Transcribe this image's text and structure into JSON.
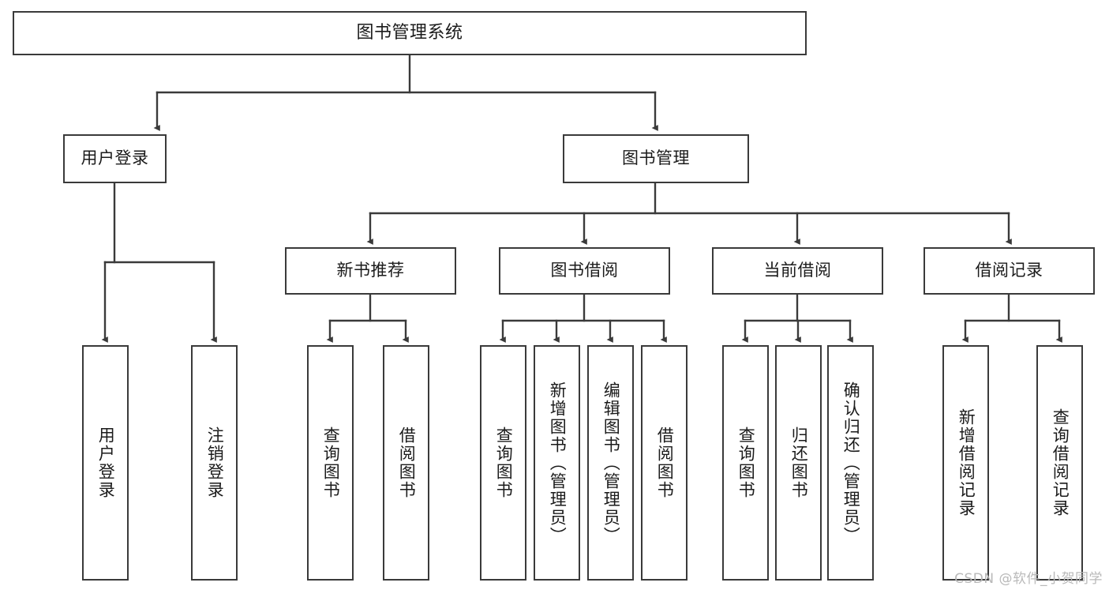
{
  "diagram": {
    "type": "tree-hierarchy",
    "title": "图书管理系统",
    "root": {
      "label": "图书管理系统"
    },
    "level2": [
      {
        "label": "用户登录"
      },
      {
        "label": "图书管理"
      }
    ],
    "level3": [
      {
        "label": "新书推荐",
        "parent": "图书管理"
      },
      {
        "label": "图书借阅",
        "parent": "图书管理"
      },
      {
        "label": "当前借阅",
        "parent": "图书管理"
      },
      {
        "label": "借阅记录",
        "parent": "图书管理"
      }
    ],
    "leaves": {
      "user_login": [
        {
          "label": "用户登录"
        },
        {
          "label": "注销登录"
        }
      ],
      "new_book_recommend": [
        {
          "label": "查询图书"
        },
        {
          "label": "借阅图书"
        }
      ],
      "book_borrow": [
        {
          "label": "查询图书"
        },
        {
          "label": "新增图书（管理员）"
        },
        {
          "label": "编辑图书（管理员）"
        },
        {
          "label": "借阅图书"
        }
      ],
      "current_borrow": [
        {
          "label": "查询图书"
        },
        {
          "label": "归还图书"
        },
        {
          "label": "确认归还（管理员）"
        }
      ],
      "borrow_record": [
        {
          "label": "新增借阅记录"
        },
        {
          "label": "查询借阅记录"
        }
      ]
    }
  },
  "watermark": {
    "text": "CSDN @软件_小贺同学"
  },
  "colors": {
    "stroke": "#3a3a3a",
    "text": "#1b1b1b",
    "background": "#ffffff",
    "watermark": "#b9b9b9"
  }
}
